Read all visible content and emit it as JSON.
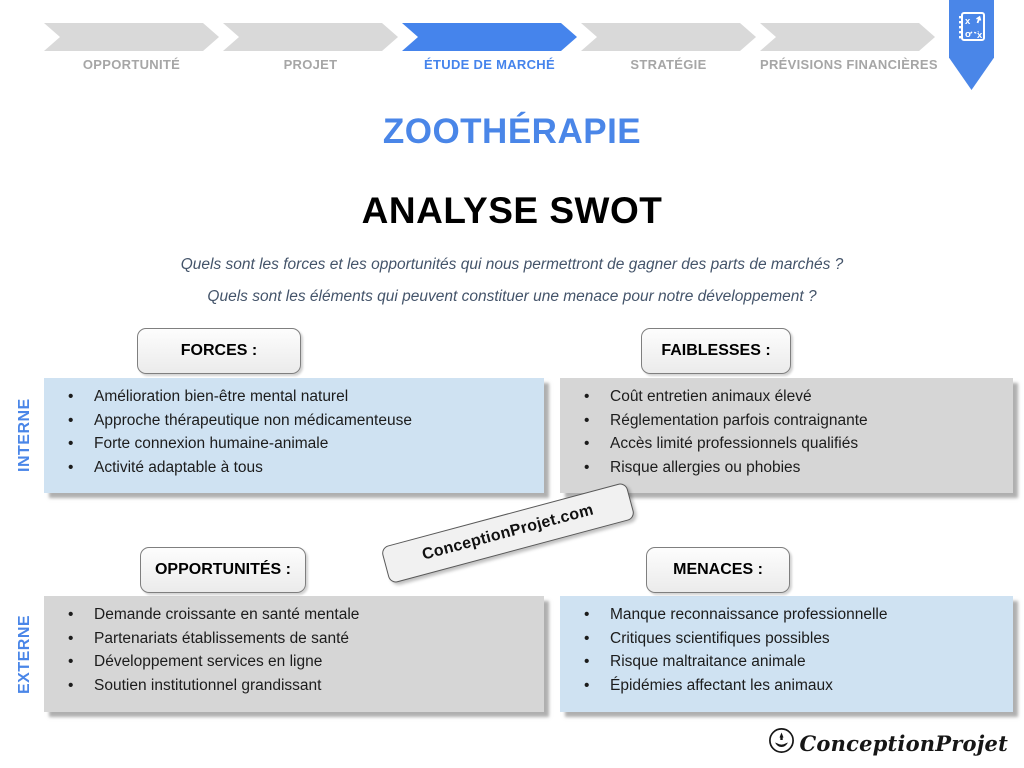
{
  "nav": {
    "steps": [
      {
        "label": "OPPORTUNITÉ",
        "active": false
      },
      {
        "label": "PROJET",
        "active": false
      },
      {
        "label": "ÉTUDE DE MARCHÉ",
        "active": true
      },
      {
        "label": "STRATÉGIE",
        "active": false
      },
      {
        "label": "PRÉVISIONS FINANCIÈRES",
        "active": false
      }
    ],
    "bookmark_icon": "strategy-playbook-icon"
  },
  "header": {
    "title": "ZOOTHÉRAPIE",
    "subtitle": "ANALYSE SWOT",
    "questions": [
      "Quels sont les forces et les opportunités qui nous permettront de gagner des parts de marchés ?",
      "Quels sont les éléments qui peuvent constituer une menace pour notre développement ?"
    ]
  },
  "swot": {
    "row_labels": [
      {
        "label": "INTERNE"
      },
      {
        "label": "EXTERNE"
      }
    ],
    "quadrants": [
      {
        "id": "forces",
        "title": "FORCES :",
        "panel_color": "#cfe2f2",
        "items": [
          "Amélioration bien-être mental naturel",
          "Approche thérapeutique non médicamenteuse",
          "Forte connexion humaine-animale",
          "Activité adaptable à tous"
        ]
      },
      {
        "id": "faiblesses",
        "title": "FAIBLESSES :",
        "panel_color": "#d6d6d6",
        "items": [
          "Coût entretien animaux élevé",
          "Réglementation parfois contraignante",
          "Accès limité professionnels qualifiés",
          "Risque allergies ou phobies"
        ]
      },
      {
        "id": "opportunites",
        "title": "OPPORTUNITÉS :",
        "panel_color": "#d6d6d6",
        "items": [
          "Demande croissante en santé mentale",
          "Partenariats établissements de santé",
          "Développement services en ligne",
          "Soutien institutionnel grandissant"
        ]
      },
      {
        "id": "menaces",
        "title": "MENACES :",
        "panel_color": "#cfe2f2",
        "items": [
          "Manque reconnaissance professionnelle",
          "Critiques scientifiques possibles",
          "Risque maltraitance animale",
          "Épidémies affectant les animaux"
        ]
      }
    ]
  },
  "watermark": {
    "text": "ConceptionProjet.com"
  },
  "footer": {
    "brand": "ConceptionProjet",
    "logo_icon": "hand-holding-rocket-icon"
  },
  "colors": {
    "accent_blue": "#4584ec",
    "title_blue": "#4a86e8",
    "panel_blue": "#cfe2f2",
    "panel_gray": "#d6d6d6",
    "chevron_gray": "#d9d9d9",
    "inactive_label_gray": "#a6a6a6",
    "question_slate": "#44546a"
  }
}
